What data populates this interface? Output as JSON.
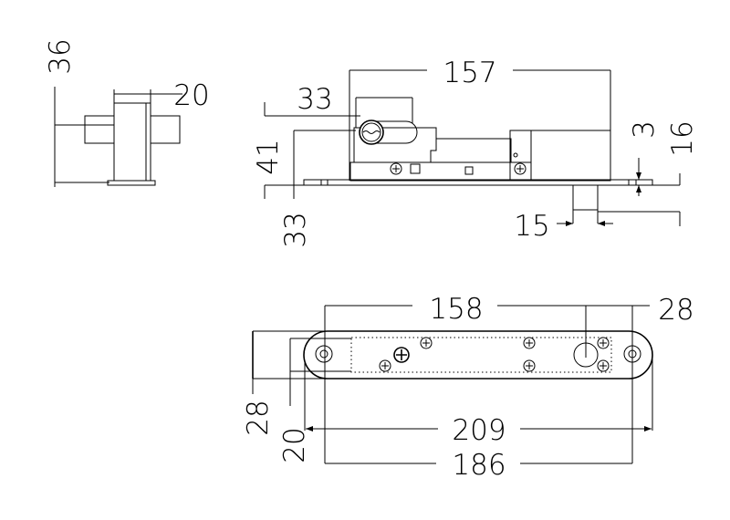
{
  "side_view": {
    "height_label": "36",
    "stem_label": "20"
  },
  "front_view": {
    "length_label": "157",
    "cylinder_label": "33",
    "height_label": "41",
    "backset_label": "33",
    "plate_thickness_label": "3",
    "strike_height_label": "16",
    "strike_width_label": "15"
  },
  "plate_view": {
    "hole_spacing_label": "158",
    "hole_offset_label": "28",
    "plate_width_label": "28",
    "body_width_label": "20",
    "overall_length_label": "209",
    "centers_label": "186"
  }
}
